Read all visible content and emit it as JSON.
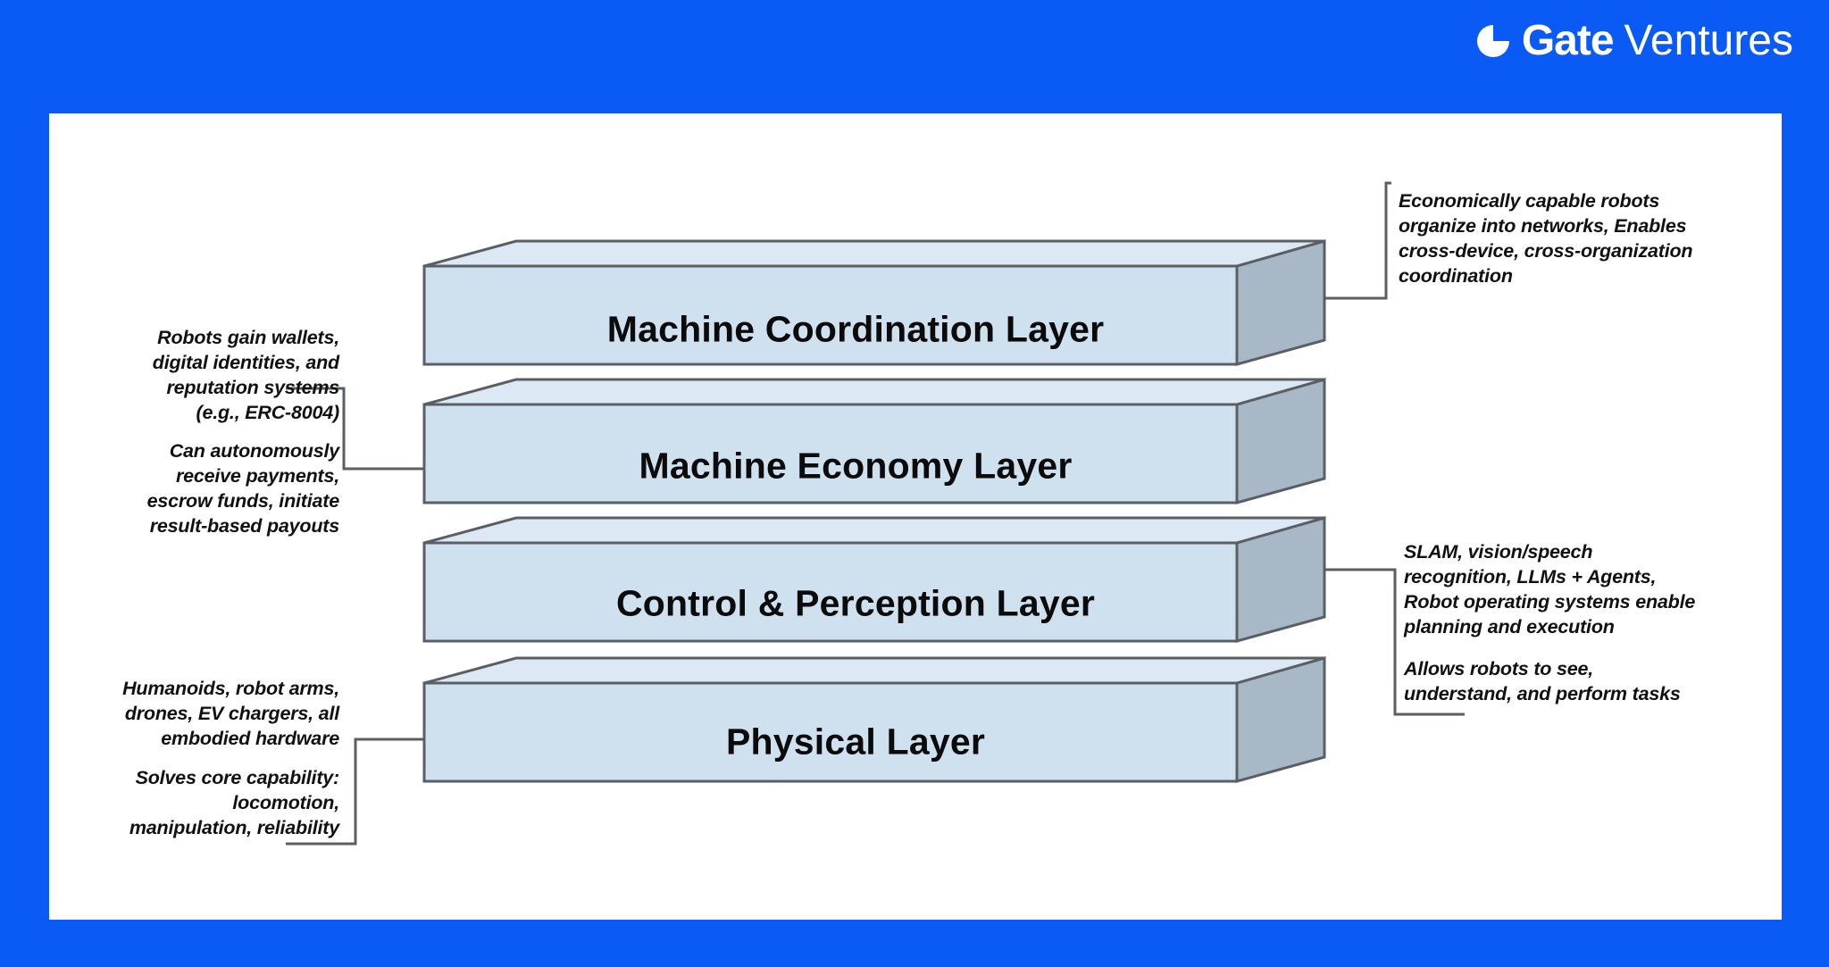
{
  "brand": {
    "logo_icon": "gate-circle-mark",
    "name": "Gate",
    "suffix": "Ventures"
  },
  "colors": {
    "background_blue": "#0a5bf5",
    "card_white": "#ffffff",
    "slab_front": "#cfe0ef",
    "slab_top": "#dce9f4",
    "slab_side": "#a8b8c6",
    "slab_stroke": "#5a5f66",
    "connector": "#5a5f66",
    "text_dark": "#0b0b0b"
  },
  "diagram": {
    "type": "layered-stack",
    "title": "Robotics technology stack",
    "layers": [
      {
        "id": "machine-coordination",
        "label": "Machine Coordination Layer"
      },
      {
        "id": "machine-economy",
        "label": "Machine Economy Layer"
      },
      {
        "id": "control-perception",
        "label": "Control & Perception Layer"
      },
      {
        "id": "physical",
        "label": "Physical Layer"
      }
    ],
    "annotations": [
      {
        "id": "coordination-note",
        "side": "right",
        "layer": "machine-coordination",
        "lines": [
          "Economically capable robots",
          "organize into networks, Enables",
          "cross-device, cross-organization",
          "coordination"
        ]
      },
      {
        "id": "economy-note-identity",
        "side": "left",
        "layer": "machine-economy",
        "lines": [
          "Robots gain wallets,",
          "digital identities, and",
          "reputation systems",
          "(e.g., ERC-8004)"
        ]
      },
      {
        "id": "economy-note-payments",
        "side": "left",
        "layer": "machine-economy",
        "lines": [
          "Can autonomously",
          "receive payments,",
          "escrow funds, initiate",
          "result-based payouts"
        ]
      },
      {
        "id": "perception-note-stack",
        "side": "right",
        "layer": "control-perception",
        "lines": [
          "SLAM, vision/speech",
          "recognition, LLMs + Agents,",
          "Robot operating systems enable",
          "planning and execution"
        ]
      },
      {
        "id": "perception-note-capability",
        "side": "right",
        "layer": "control-perception",
        "lines": [
          "Allows robots to see,",
          "understand, and perform tasks"
        ]
      },
      {
        "id": "physical-note-hardware",
        "side": "left",
        "layer": "physical",
        "lines": [
          "Humanoids, robot arms,",
          "drones, EV chargers, all",
          "embodied hardware"
        ]
      },
      {
        "id": "physical-note-capability",
        "side": "left",
        "layer": "physical",
        "lines": [
          "Solves core capability:",
          "locomotion,",
          "manipulation, reliability"
        ]
      }
    ]
  }
}
